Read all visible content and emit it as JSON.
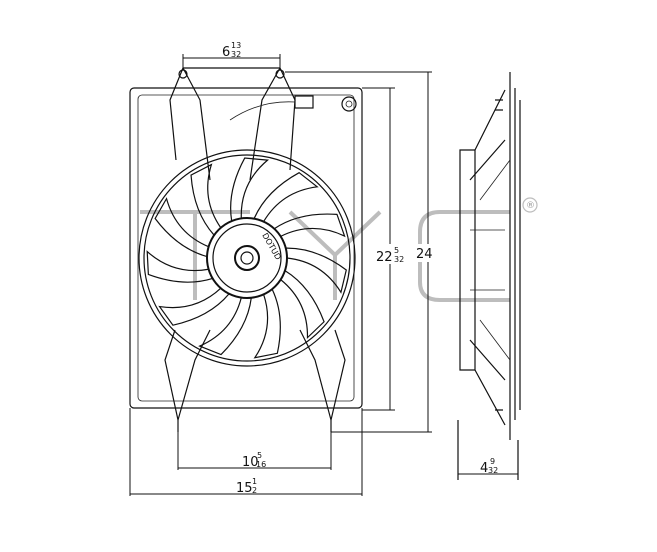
{
  "drawing": {
    "title": "Radiator cooling fan assembly dimension drawing",
    "watermark": "TYC",
    "watermark_mark": "®",
    "dimensions": {
      "top_mount_spacing": {
        "whole": "6",
        "num": "13",
        "den": "32"
      },
      "inner_height": {
        "whole": "22",
        "num": "5",
        "den": "32"
      },
      "overall_height": {
        "whole": "24",
        "num": "",
        "den": ""
      },
      "bottom_mount_spacing": {
        "whole": "10",
        "num": "5",
        "den": "16"
      },
      "overall_width": {
        "whole": "15",
        "num": "1",
        "den": "2"
      },
      "depth": {
        "whole": "4",
        "num": "9",
        "den": "32"
      }
    }
  }
}
